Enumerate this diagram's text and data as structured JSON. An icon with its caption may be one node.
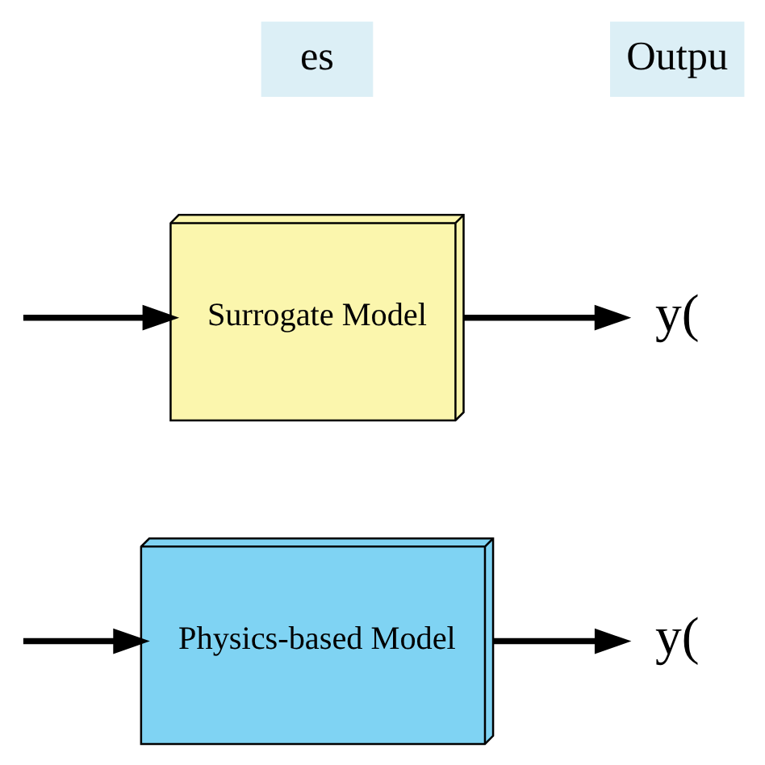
{
  "diagram": {
    "nodes": [
      {
        "text": [
          "Physics-based Model"
        ]
      },
      {
        "text": [
          "y("
        ]
      },
      {
        "text": [
          "Surrogate Model"
        ]
      },
      {
        "text": [
          "y("
        ]
      },
      {
        "text": [
          "es"
        ]
      },
      {
        "text": [
          "Outpu"
        ]
      }
    ],
    "edges": [
      {
        "from": null,
        "to": 0,
        "arrow": "to"
      },
      {
        "from": 0,
        "to": 1,
        "arrow": "to"
      },
      {
        "from": null,
        "to": 2,
        "arrow": "to"
      },
      {
        "from": 2,
        "to": 3,
        "arrow": "to"
      }
    ]
  }
}
